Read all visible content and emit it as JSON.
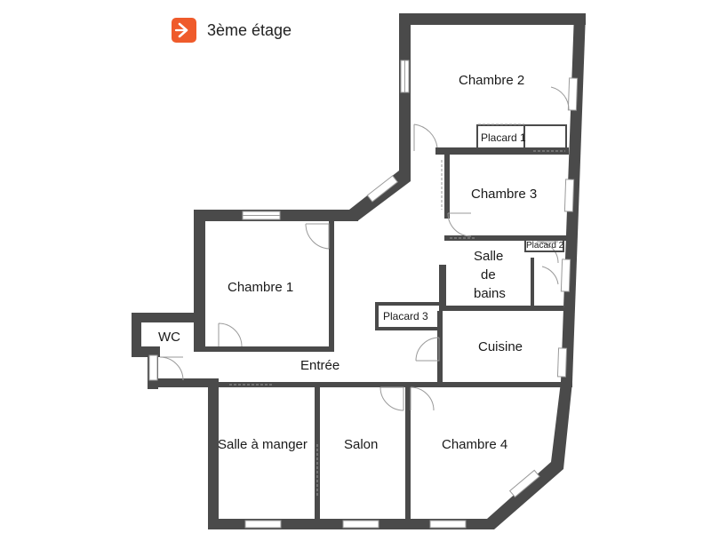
{
  "floor": {
    "title": "3ème étage",
    "logo_icon": "arrow-logo-icon",
    "brand_color": "#ef5b2b"
  },
  "rooms": {
    "chambre2": "Chambre 2",
    "placard1": "Placard 1",
    "chambre3": "Chambre 3",
    "placard2": "Placard 2",
    "salle_de_bains_1": "Salle",
    "salle_de_bains_2": "de",
    "salle_de_bains_3": "bains",
    "chambre1": "Chambre 1",
    "placard3": "Placard 3",
    "wc": "WC",
    "entree": "Entrée",
    "cuisine": "Cuisine",
    "salle_a_manger": "Salle à manger",
    "salon": "Salon",
    "chambre4": "Chambre 4"
  }
}
